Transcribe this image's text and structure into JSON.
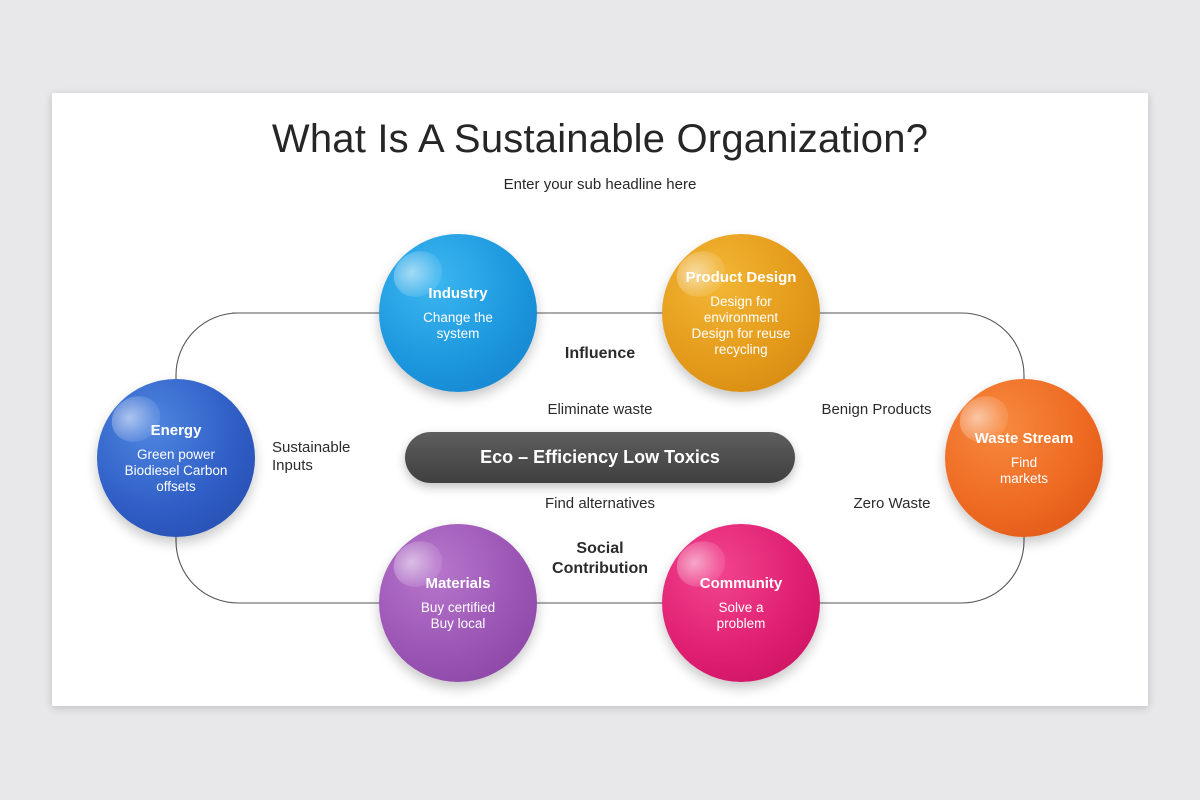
{
  "title": "What Is A Sustainable Organization?",
  "subtitle": "Enter your sub headline here",
  "center_pill": "Eco – Efficiency Low Toxics",
  "nodes": {
    "industry": {
      "title": "Industry",
      "text": "Change the\nsystem",
      "color": "#1c97de"
    },
    "product": {
      "title": "Product Design",
      "text": "Design for\nenvironment\nDesign for reuse\nrecycling",
      "color": "#e49a1a"
    },
    "energy": {
      "title": "Energy",
      "text": "Green power\nBiodiesel Carbon\noffsets",
      "color": "#2f5ec6"
    },
    "waste": {
      "title": "Waste Stream",
      "text": "Find\nmarkets",
      "color": "#ee6a22"
    },
    "materials": {
      "title": "Materials",
      "text": "Buy certified\nBuy local",
      "color": "#9b55b5"
    },
    "community": {
      "title": "Community",
      "text": "Solve a\nproblem",
      "color": "#e01f72"
    }
  },
  "labels": {
    "influence": "Influence",
    "eliminate_waste": "Eliminate waste",
    "benign_products": "Benign Products",
    "sustainable_inputs": "Sustainable\nInputs",
    "find_alternatives": "Find alternatives",
    "zero_waste": "Zero Waste",
    "social_contribution": "Social\nContribution"
  }
}
